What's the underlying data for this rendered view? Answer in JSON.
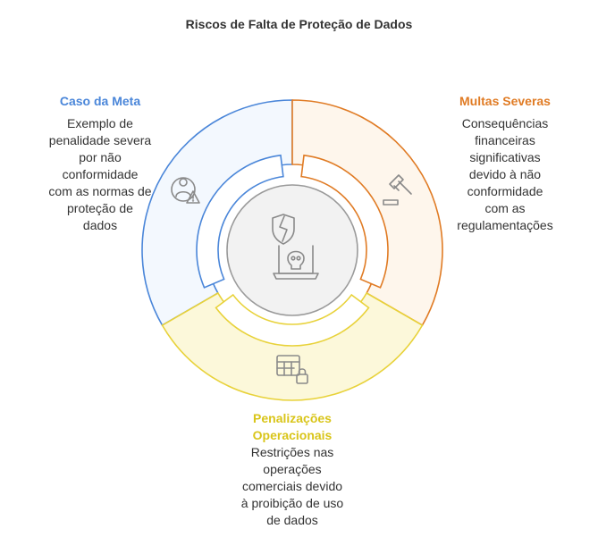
{
  "title": "Riscos de Falta de Proteção de Dados",
  "colors": {
    "meta_stroke": "#4A86D9",
    "meta_fill": "#F3F8FE",
    "multas_stroke": "#E07B24",
    "multas_fill": "#FEF6EC",
    "penal_stroke": "#E8D23A",
    "penal_fill": "#FCF8DA",
    "center_fill": "#F2F2F2",
    "center_stroke": "#9A9A9A",
    "icon": "#8A8A8A"
  },
  "segments": {
    "meta": {
      "heading": "Caso da Meta",
      "description": "Exemplo de\npenalidade severa\npor não\nconformidade\ncom as normas de\nproteção de\ndados",
      "icon": "user-warning-icon"
    },
    "multas": {
      "heading": "Multas Severas",
      "description": "Consequências\nfinanceiras\nsignificativas\ndevido à não\nconformidade\ncom as\nregulamentações",
      "icon": "gavel-icon"
    },
    "penal": {
      "heading": "Penalizações\nOperacionais",
      "description": "Restrições nas\noperações\ncomerciais devido\nà proibição de uso\nde dados",
      "icon": "locked-table-icon"
    }
  },
  "center": {
    "icons": [
      "broken-shield-icon",
      "skull-laptop-icon"
    ]
  }
}
